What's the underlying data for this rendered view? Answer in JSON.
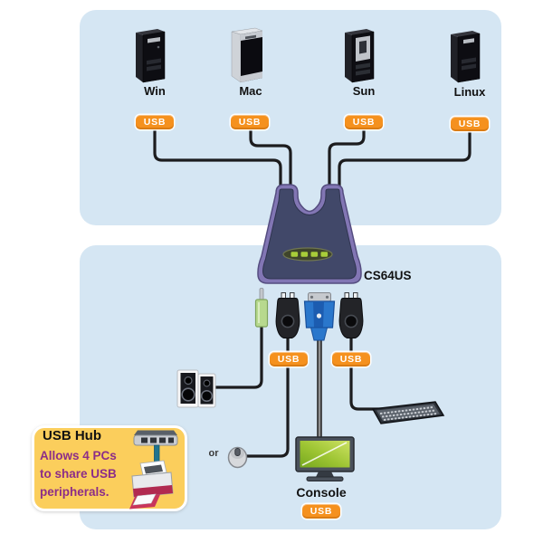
{
  "computers": [
    {
      "label": "Win"
    },
    {
      "label": "Mac"
    },
    {
      "label": "Sun"
    },
    {
      "label": "Linux"
    }
  ],
  "badges": {
    "usb": "USB"
  },
  "device": {
    "model": "CS64US"
  },
  "console": {
    "label": "Console",
    "or": "or"
  },
  "callout": {
    "title": "USB Hub",
    "line1": "Allows 4 PCs",
    "line2": "to share USB",
    "line3": "peripherals."
  },
  "icons": {
    "towers": [
      "win-tower-icon",
      "mac-tower-icon",
      "sun-tower-icon",
      "linux-tower-icon"
    ],
    "device": "kvm-switch-icon",
    "connectors": [
      "audio-jack-icon",
      "usb-plug-a-icon",
      "vga-connector-icon",
      "usb-plug-b-icon"
    ],
    "peripherals": [
      "speakers-icon",
      "keyboard-icon",
      "mouse-icon",
      "monitor-icon",
      "usb-hub-icon",
      "printer-icon"
    ]
  },
  "colors": {
    "panel_blue": "#d5e6f3",
    "badge_orange": "#f5911e",
    "callout_yellow": "#fbce5c",
    "callout_text_purple": "#8c2d88",
    "device_navy": "#414869",
    "device_purple": "#8276b4",
    "vga_blue": "#2a77cc",
    "monitor_green": "#9cc432",
    "audio_jack_green": "#b7d98e",
    "led_green": "#a8cd39",
    "cable_black": "#1c1c1e"
  }
}
